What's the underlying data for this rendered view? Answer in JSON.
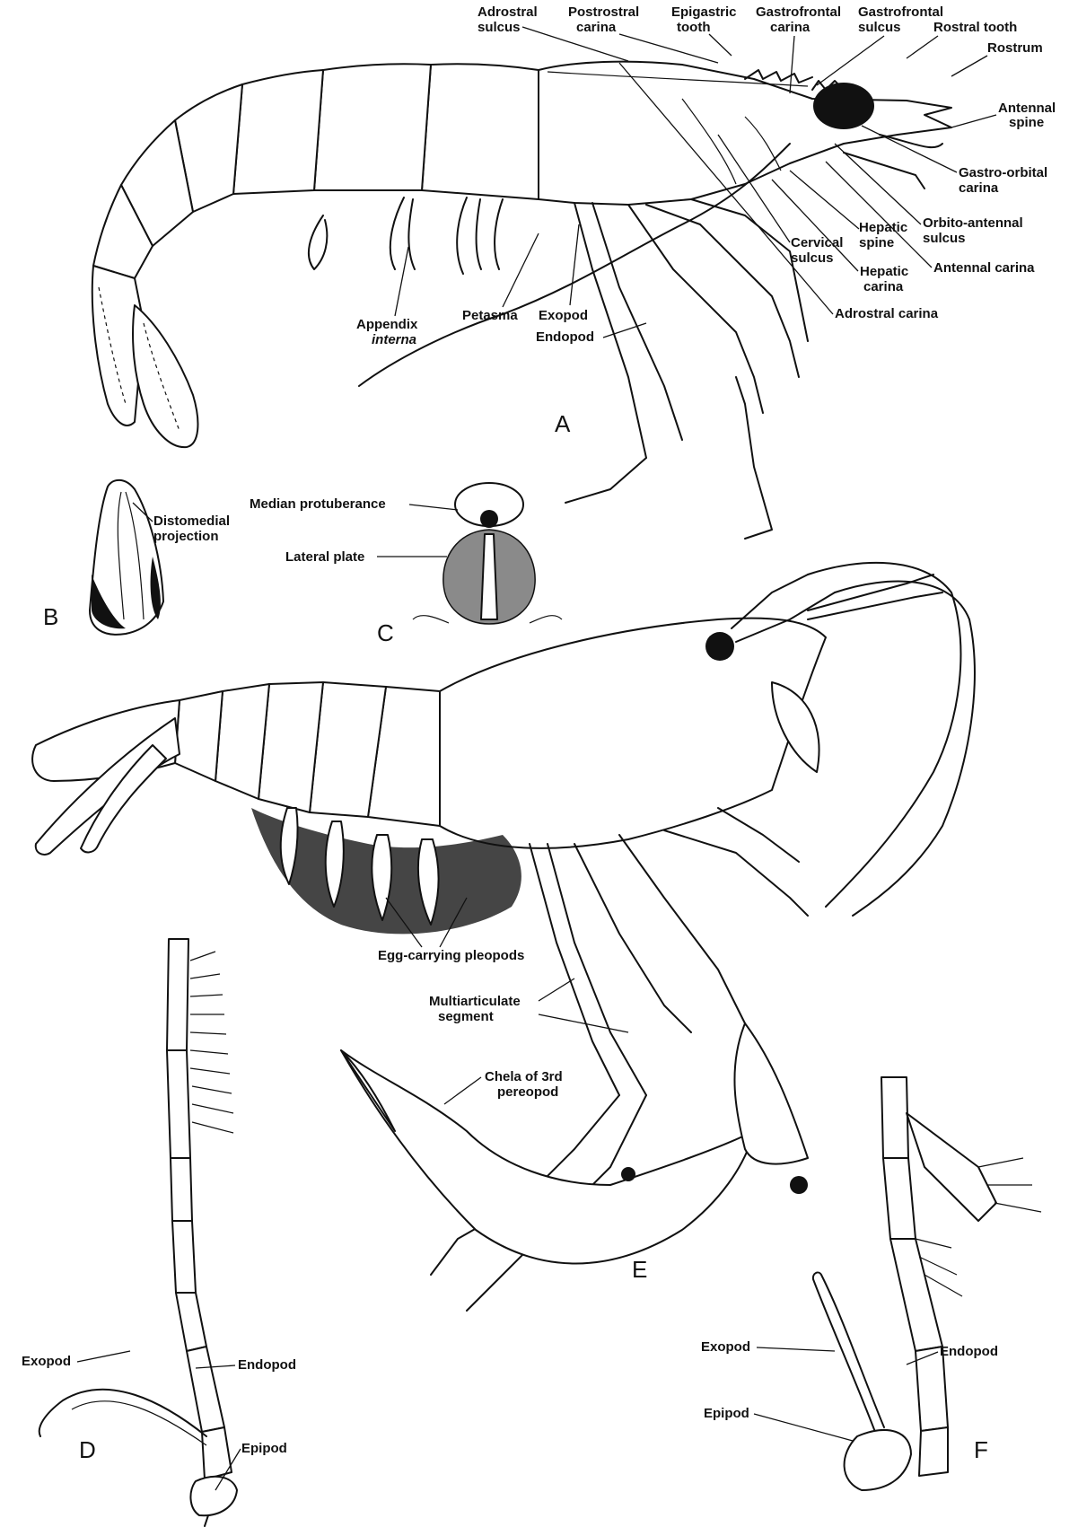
{
  "panels": [
    "A",
    "B",
    "C",
    "D",
    "E",
    "F"
  ],
  "labels_A": {
    "adrostral_sulcus": [
      "Adrostral",
      "sulcus"
    ],
    "postrostral_carina": [
      "Postrostral",
      "carina"
    ],
    "epigastric_tooth": [
      "Epigastric",
      "tooth"
    ],
    "gastrofrontal_carina": [
      "Gastrofrontal",
      "carina"
    ],
    "gastrofrontal_sulcus": [
      "Gastrofrontal",
      "sulcus"
    ],
    "rostral_tooth": "Rostral tooth",
    "rostrum": "Rostrum",
    "antennal_spine": [
      "Antennal",
      "spine"
    ],
    "gastro_orbital_carina": [
      "Gastro-orbital",
      "carina"
    ],
    "orbito_antennal_sulcus": [
      "Orbito-antennal",
      "sulcus"
    ],
    "hepatic_spine": [
      "Hepatic",
      "spine"
    ],
    "cervical_sulcus": [
      "Cervical",
      "sulcus"
    ],
    "hepatic_carina": [
      "Hepatic",
      "carina"
    ],
    "antennal_carina": "Antennal carina",
    "adrostral_carina": "Adrostral carina",
    "appendix_interna": [
      "Appendix",
      "interna"
    ],
    "petasma": "Petasma",
    "exopod": "Exopod",
    "endopod": "Endopod"
  },
  "labels_B": {
    "distomedial_projection": [
      "Distomedial",
      "projection"
    ]
  },
  "labels_C": {
    "median_protuberance": "Median protuberance",
    "lateral_plate": "Lateral plate"
  },
  "labels_E": {
    "egg_carrying_pleopods": "Egg-carrying pleopods",
    "multiarticulate_segment": [
      "Multiarticulate",
      "segment"
    ],
    "chela_3rd_pereopod": [
      "Chela of 3rd",
      "pereopod"
    ]
  },
  "labels_D": {
    "exopod": "Exopod",
    "endopod": "Endopod",
    "epipod": "Epipod"
  },
  "labels_F": {
    "exopod": "Exopod",
    "endopod": "Endopod",
    "epipod": "Epipod"
  }
}
